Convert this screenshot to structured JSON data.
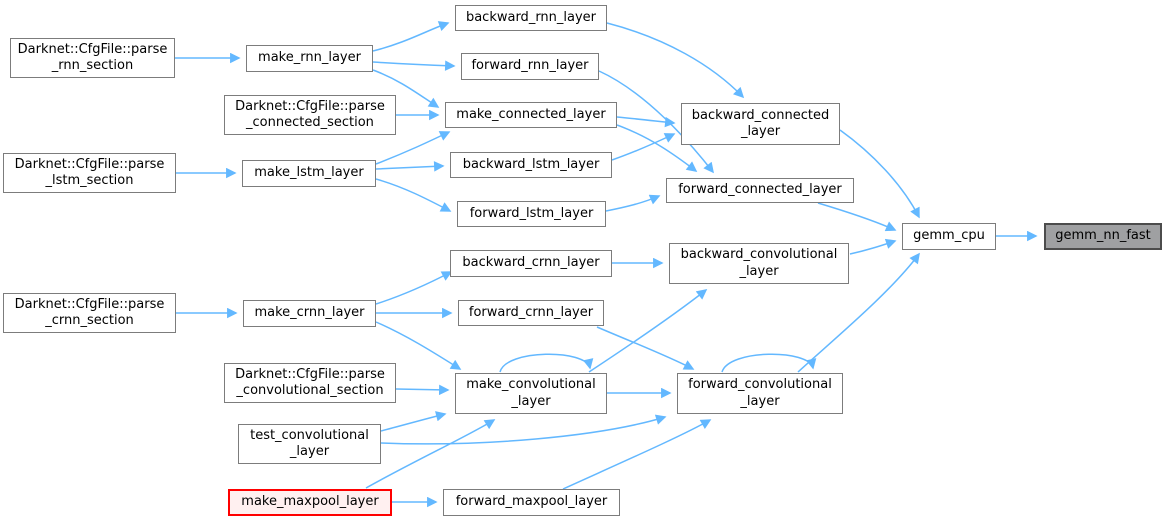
{
  "graph": {
    "kind": "doxygen-caller-graph",
    "colors": {
      "background": "#ffffff",
      "edge": "#63b8ff",
      "node_fill": "#ffffff",
      "node_border": "#7c7c7c",
      "text": "#000000",
      "current_node_fill": "#9fa0a2",
      "current_node_border": "#4c4c4c",
      "truncated_node_fill": "#fff0f0",
      "truncated_node_border": "#ff0000"
    },
    "nodes": [
      {
        "id": "parse_rnn",
        "label": "Darknet::CfgFile::parse\n_rnn_section",
        "type": "normal"
      },
      {
        "id": "make_rnn",
        "label": "make_rnn_layer",
        "type": "normal"
      },
      {
        "id": "backward_rnn",
        "label": "backward_rnn_layer",
        "type": "normal"
      },
      {
        "id": "forward_rnn",
        "label": "forward_rnn_layer",
        "type": "normal"
      },
      {
        "id": "parse_connected",
        "label": "Darknet::CfgFile::parse\n_connected_section",
        "type": "normal"
      },
      {
        "id": "make_connected",
        "label": "make_connected_layer",
        "type": "normal"
      },
      {
        "id": "backward_connected",
        "label": "backward_connected\n_layer",
        "type": "normal"
      },
      {
        "id": "parse_lstm",
        "label": "Darknet::CfgFile::parse\n_lstm_section",
        "type": "normal"
      },
      {
        "id": "make_lstm",
        "label": "make_lstm_layer",
        "type": "normal"
      },
      {
        "id": "backward_lstm",
        "label": "backward_lstm_layer",
        "type": "normal"
      },
      {
        "id": "forward_lstm",
        "label": "forward_lstm_layer",
        "type": "normal"
      },
      {
        "id": "forward_connected",
        "label": "forward_connected_layer",
        "type": "normal"
      },
      {
        "id": "gemm_cpu",
        "label": "gemm_cpu",
        "type": "normal"
      },
      {
        "id": "gemm_nn_fast",
        "label": "gemm_nn_fast",
        "type": "current"
      },
      {
        "id": "backward_crnn",
        "label": "backward_crnn_layer",
        "type": "normal"
      },
      {
        "id": "backward_conv",
        "label": "backward_convolutional\n_layer",
        "type": "normal"
      },
      {
        "id": "parse_crnn",
        "label": "Darknet::CfgFile::parse\n_crnn_section",
        "type": "normal"
      },
      {
        "id": "make_crnn",
        "label": "make_crnn_layer",
        "type": "normal"
      },
      {
        "id": "forward_crnn",
        "label": "forward_crnn_layer",
        "type": "normal"
      },
      {
        "id": "parse_conv",
        "label": "Darknet::CfgFile::parse\n_convolutional_section",
        "type": "normal"
      },
      {
        "id": "make_conv",
        "label": "make_convolutional\n_layer",
        "type": "normal"
      },
      {
        "id": "forward_conv",
        "label": "forward_convolutional\n_layer",
        "type": "normal"
      },
      {
        "id": "test_conv",
        "label": "test_convolutional\n_layer",
        "type": "normal"
      },
      {
        "id": "make_maxpool",
        "label": "make_maxpool_layer",
        "type": "truncated"
      },
      {
        "id": "forward_maxpool",
        "label": "forward_maxpool_layer",
        "type": "normal"
      }
    ],
    "edges": [
      {
        "from": "parse_rnn",
        "to": "make_rnn"
      },
      {
        "from": "make_rnn",
        "to": "backward_rnn"
      },
      {
        "from": "make_rnn",
        "to": "forward_rnn"
      },
      {
        "from": "make_rnn",
        "to": "make_connected"
      },
      {
        "from": "parse_connected",
        "to": "make_connected"
      },
      {
        "from": "parse_lstm",
        "to": "make_lstm"
      },
      {
        "from": "make_lstm",
        "to": "make_connected"
      },
      {
        "from": "make_lstm",
        "to": "backward_lstm"
      },
      {
        "from": "make_lstm",
        "to": "forward_lstm"
      },
      {
        "from": "backward_rnn",
        "to": "backward_connected"
      },
      {
        "from": "forward_rnn",
        "to": "forward_connected"
      },
      {
        "from": "make_connected",
        "to": "backward_connected"
      },
      {
        "from": "make_connected",
        "to": "forward_connected"
      },
      {
        "from": "backward_lstm",
        "to": "backward_connected"
      },
      {
        "from": "forward_lstm",
        "to": "forward_connected"
      },
      {
        "from": "backward_connected",
        "to": "gemm_cpu"
      },
      {
        "from": "forward_connected",
        "to": "gemm_cpu"
      },
      {
        "from": "parse_crnn",
        "to": "make_crnn"
      },
      {
        "from": "make_crnn",
        "to": "backward_crnn"
      },
      {
        "from": "make_crnn",
        "to": "forward_crnn"
      },
      {
        "from": "make_crnn",
        "to": "make_conv"
      },
      {
        "from": "backward_crnn",
        "to": "backward_conv"
      },
      {
        "from": "forward_crnn",
        "to": "forward_conv"
      },
      {
        "from": "backward_conv",
        "to": "gemm_cpu"
      },
      {
        "from": "parse_conv",
        "to": "make_conv"
      },
      {
        "from": "make_conv",
        "to": "make_conv"
      },
      {
        "from": "make_conv",
        "to": "forward_conv"
      },
      {
        "from": "make_conv",
        "to": "backward_conv"
      },
      {
        "from": "forward_conv",
        "to": "forward_conv"
      },
      {
        "from": "forward_conv",
        "to": "gemm_cpu"
      },
      {
        "from": "test_conv",
        "to": "make_conv"
      },
      {
        "from": "test_conv",
        "to": "forward_conv"
      },
      {
        "from": "make_maxpool",
        "to": "forward_maxpool"
      },
      {
        "from": "make_maxpool",
        "to": "make_conv"
      },
      {
        "from": "forward_maxpool",
        "to": "forward_conv"
      },
      {
        "from": "gemm_cpu",
        "to": "gemm_nn_fast"
      }
    ]
  }
}
